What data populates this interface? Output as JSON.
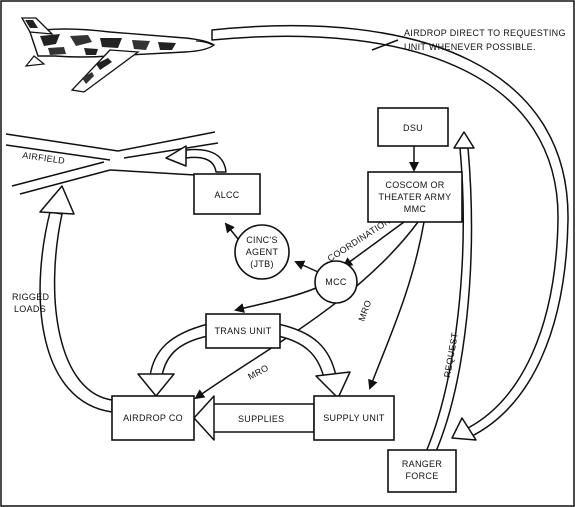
{
  "notes": {
    "airdrop_direct": [
      "AIRDROP DIRECT TO REQUESTING",
      "UNIT WHENEVER POSSIBLE."
    ]
  },
  "labels": {
    "airfield": "AIRFIELD",
    "rigged_loads": [
      "RIGGED",
      "LOADS"
    ],
    "coordination": "COORDINATION",
    "mro_right": "MRO",
    "mro_left": "MRO",
    "request": "REQUEST",
    "supplies": "SUPPLIES"
  },
  "nodes": {
    "dsu": [
      "DSU"
    ],
    "coscom": [
      "COSCOM OR",
      "THEATER ARMY",
      "MMC"
    ],
    "alcc": [
      "ALCC"
    ],
    "cinc": [
      "CINC'S",
      "AGENT",
      "(JTB)"
    ],
    "mcc": [
      "MCC"
    ],
    "trans": [
      "TRANS UNIT"
    ],
    "airdrop": [
      "AIRDROP CO"
    ],
    "supply": [
      "SUPPLY UNIT"
    ],
    "ranger": [
      "RANGER",
      "FORCE"
    ]
  }
}
